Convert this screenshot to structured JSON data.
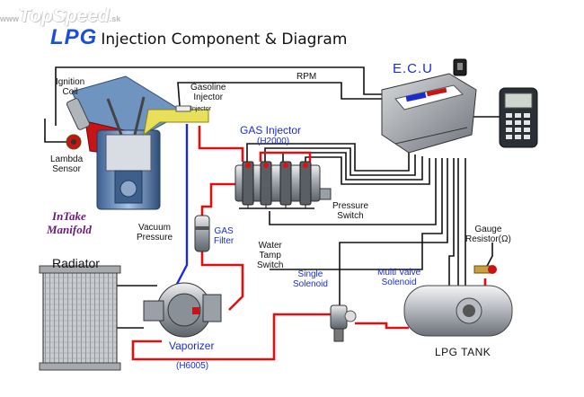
{
  "watermark": {
    "text": "TopSpeed",
    "small": ".sk",
    "prefix": "www"
  },
  "title": {
    "lpg": "LPG",
    "rest": "Injection Component & Diagram"
  },
  "labels": {
    "ecu": "E.C.U",
    "rpm": "RPM",
    "ignition_coil": "Ignition\nCoil",
    "gasoline_injector": "Gasoline\nInjector",
    "injector_small": "Injector",
    "lambda_sensor": "Lambda\nSensor",
    "gas_injector": "GAS Injector",
    "gas_injector_model": "(H2000)",
    "pressure_switch": "Pressure\nSwitch",
    "intake_manifold": "InTake\nManifold",
    "vacuum_pressure": "Vacuum\nPressure",
    "gas_filter": "GAS\nFilter",
    "water_temp_switch": "Water\nTamp\nSwitch",
    "gauge_resistor": "Gauge\nResistor(Ω)",
    "radiator": "Radiator",
    "single_solenoid": "Single\nSolenoid",
    "multi_valve_solenoid": "Multi Valve\nSolenoid",
    "vaporizer": "Vaporizer",
    "vaporizer_model": "(H6005)",
    "lpg_tank": "LPG TANK"
  },
  "colors": {
    "gas_line": "#e01010",
    "vacuum_line": "#1a2bd6",
    "signal_wire": "#111111",
    "title_blue": "#1a4fd6",
    "intake_purple": "#6b1a7a"
  }
}
